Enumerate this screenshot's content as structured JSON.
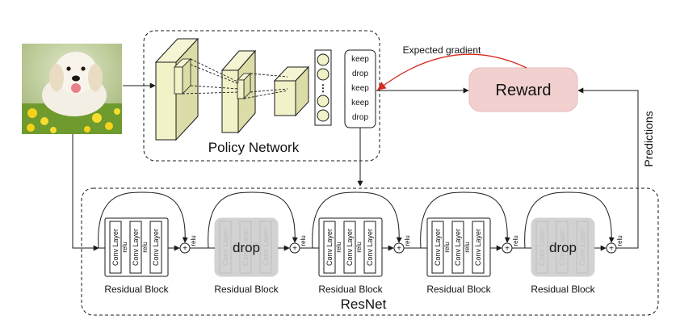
{
  "colors": {
    "stroke": "#1a1a1a",
    "cube_fill": "#f2f2c8",
    "cube_side": "#dcdca8",
    "reward_fill": "#f2d0d0",
    "gradient_arrow": "#d9281e",
    "dropped_fill": "#d2d2d2",
    "dropped_text": "#9a9a9a"
  },
  "image": {
    "icon": "dog-photo"
  },
  "policy_network": {
    "title": "Policy Network",
    "actions": [
      "keep",
      "drop",
      "keep",
      "keep",
      "drop"
    ],
    "ellipsis": "⋮"
  },
  "reward": {
    "label": "Reward"
  },
  "expected_gradient": {
    "label": "Expected gradient"
  },
  "predictions": {
    "label": "Predictions"
  },
  "resnet": {
    "title": "ResNet",
    "relu_label": "relu",
    "plus_symbol": "+",
    "blocks": [
      {
        "label": "Residual Block",
        "state": "keep"
      },
      {
        "label": "Residual Block",
        "state": "drop",
        "drop_label": "drop"
      },
      {
        "label": "Residual Block",
        "state": "keep"
      },
      {
        "label": "Residual Block",
        "state": "keep"
      },
      {
        "label": "Residual Block",
        "state": "drop",
        "drop_label": "drop"
      }
    ],
    "conv_layer_label": "Conv Layer",
    "inner_relu_label": "relu"
  }
}
